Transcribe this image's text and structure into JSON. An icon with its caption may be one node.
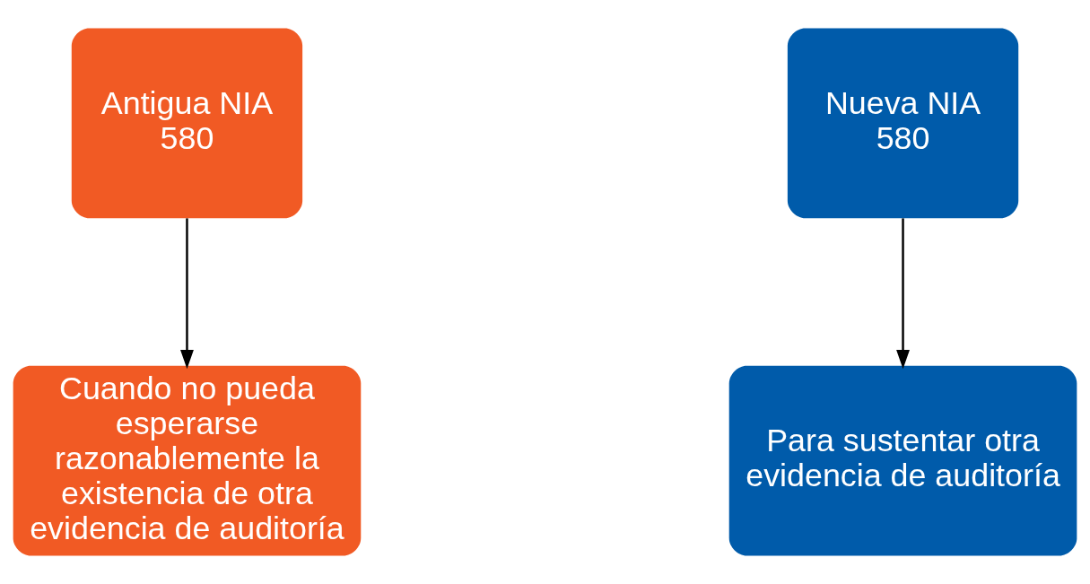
{
  "diagram": {
    "nodes": [
      {
        "text": [
          "Antigua NIA 580"
        ]
      },
      {
        "text": [
          "Cuando no pueda esperarse razonablemente la existencia de otra evidencia de auditoría"
        ]
      },
      {
        "text": [
          "Nueva NIA 580"
        ]
      },
      {
        "text": [
          "Para sustentar otra evidencia de auditoría"
        ]
      }
    ],
    "edges": [
      {
        "from": 0,
        "to": 1,
        "arrow": "to"
      },
      {
        "from": 2,
        "to": 3,
        "arrow": "to"
      }
    ]
  }
}
